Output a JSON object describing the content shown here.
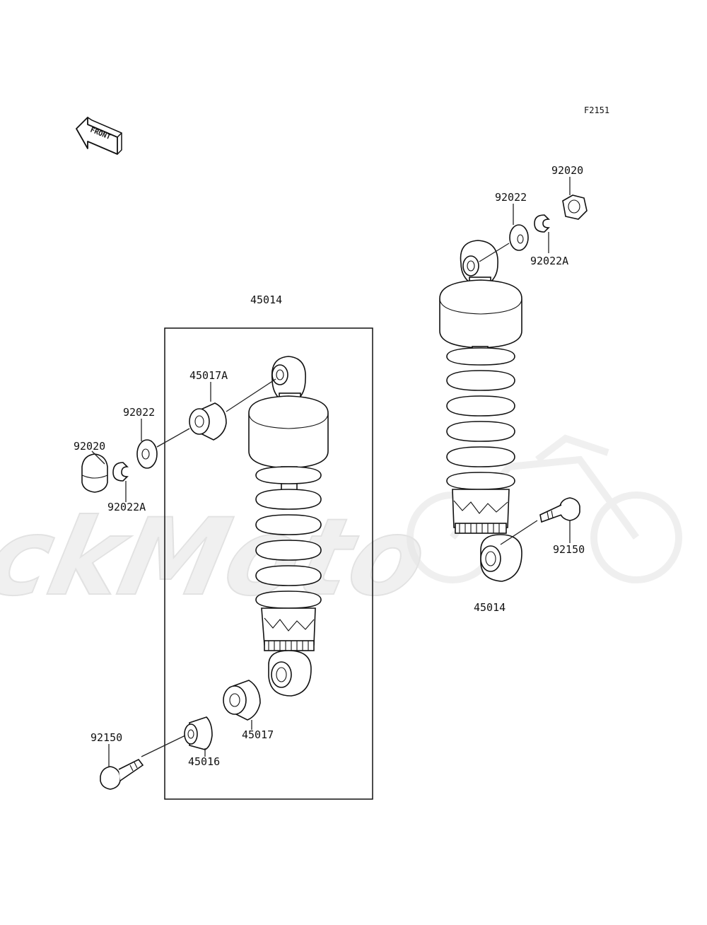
{
  "figure_code": "F2151",
  "front_label": "FRONT",
  "watermark": "AckMoto",
  "left_assembly": {
    "assembly_label": "45014",
    "parts": {
      "bushing_top": "45017A",
      "washer": "92022",
      "cap_nut": "92020",
      "collar": "92022A",
      "bushing_bottom": "45017",
      "sleeve": "45016",
      "bolt": "92150"
    }
  },
  "right_assembly": {
    "assembly_label": "45014",
    "parts": {
      "nut": "92020",
      "washer": "92022",
      "collar": "92022A",
      "bolt": "92150"
    }
  }
}
